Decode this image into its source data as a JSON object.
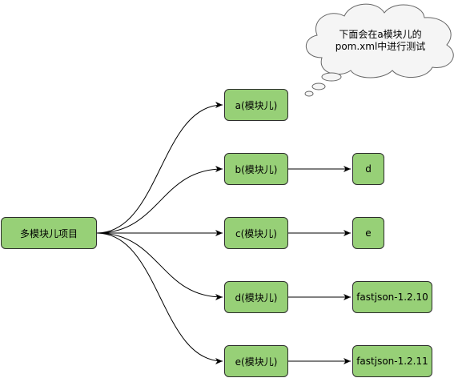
{
  "diagram": {
    "root": {
      "label": "多模块儿项目"
    },
    "modules": [
      {
        "id": "a",
        "label": "a(模块儿)"
      },
      {
        "id": "b",
        "label": "b(模块儿)"
      },
      {
        "id": "c",
        "label": "c(模块儿)"
      },
      {
        "id": "d",
        "label": "d(模块儿)"
      },
      {
        "id": "e",
        "label": "e(模块儿)"
      }
    ],
    "dependencies": [
      {
        "from": "b",
        "label": "d"
      },
      {
        "from": "c",
        "label": "e"
      },
      {
        "from": "d",
        "label": "fastjson-1.2.10"
      },
      {
        "from": "e",
        "label": "fastjson-1.2.11"
      }
    ],
    "note": {
      "line1": "下面会在a模块儿的",
      "line2": "pom.xml中进行测试"
    },
    "colors": {
      "node_fill": "#97d077",
      "node_stroke": "#2d2d2d",
      "edge": "#000000",
      "cloud_fill": "#f5f5f5",
      "cloud_stroke": "#666666"
    }
  }
}
